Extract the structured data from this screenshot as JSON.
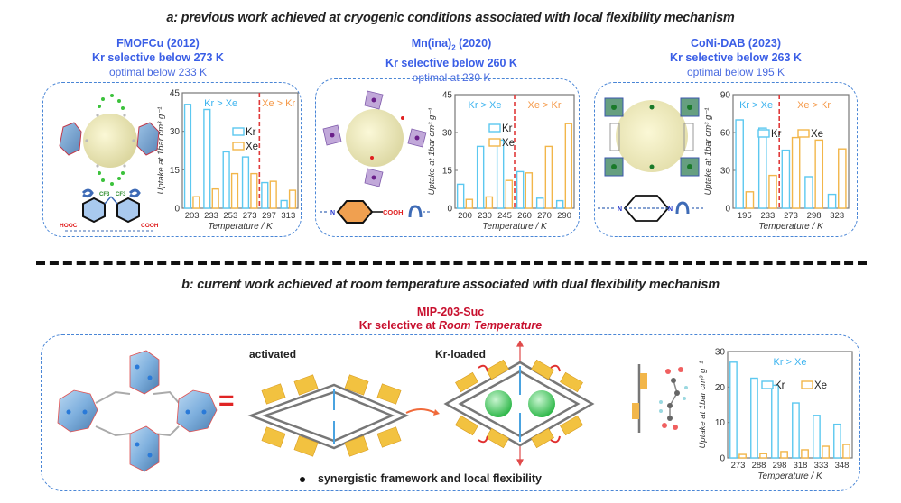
{
  "section_a": {
    "title": "a: previous work achieved at cryogenic conditions associated with local flexibility mechanism",
    "panels": [
      {
        "name": "FMOFCu (2012)",
        "selective": "Kr selective below 273 K",
        "optimal": "optimal below 233 K",
        "linker_labels": [
          "HOOC",
          "COOH",
          "CF3",
          "CF3"
        ]
      },
      {
        "name_main": "Mn(ina)",
        "name_sub": "2",
        "name_year": " (2020)",
        "selective": "Kr selective below 260 K",
        "optimal": "optimal at 230 K",
        "linker_labels": [
          "N",
          "COOH"
        ]
      },
      {
        "name": "CoNi-DAB (2023)",
        "selective": "Kr selective below 263 K",
        "optimal": "optimal below 195 K",
        "linker_labels": [
          "N",
          "N"
        ]
      }
    ]
  },
  "section_b": {
    "title": "b: current work achieved at room temperature associated with dual flexibility mechanism",
    "material": "MIP-203-Suc",
    "selective_prefix": "Kr selective at ",
    "selective_emph": "Room Temperature",
    "state_activated": "activated",
    "state_loaded": "Kr-loaded",
    "bullet": "synergistic framework and local flexibility",
    "equals_symbol": "="
  },
  "colors": {
    "kr": "#5cc8f0",
    "xe": "#f2b64a",
    "kr_label": "#3bb3ef",
    "xe_label": "#f59a4a",
    "divider": "#e03a3a",
    "heading_blue": "#3a5ee6",
    "heading_red": "#c8102e",
    "box_border": "#4a86d6"
  },
  "chart_data": [
    {
      "type": "bar",
      "title": "FMOFCu (2012)",
      "categories": [
        "203",
        "233",
        "253",
        "273",
        "297",
        "313"
      ],
      "series": [
        {
          "name": "Kr",
          "values": [
            40.5,
            38.5,
            22,
            20,
            10,
            3
          ]
        },
        {
          "name": "Xe",
          "values": [
            4.5,
            7.5,
            13.5,
            13.5,
            10.5,
            7
          ]
        }
      ],
      "xlabel": "Temperature / K",
      "ylabel": "Uptake at 1bar cm³ g⁻¹",
      "ylim": [
        0,
        45
      ],
      "yticks": [
        0,
        15,
        30,
        45
      ],
      "divider_after_index": 3,
      "region_left": "Kr > Xe",
      "region_right": "Xe > Kr",
      "legend": "right-middle"
    },
    {
      "type": "bar",
      "title": "Mn(ina)2 (2020)",
      "categories": [
        "200",
        "230",
        "245",
        "260",
        "270",
        "290"
      ],
      "series": [
        {
          "name": "Kr",
          "values": [
            9.5,
            24.5,
            27,
            14.5,
            4,
            3
          ]
        },
        {
          "name": "Xe",
          "values": [
            3.5,
            4.5,
            11,
            14,
            24.5,
            33.5
          ]
        }
      ],
      "xlabel": "Temperature / K",
      "ylabel": "Uptake at 1bar cm³ g⁻¹",
      "ylim": [
        0,
        45
      ],
      "yticks": [
        0,
        15,
        30,
        45
      ],
      "divider_after_index": 2,
      "region_left": "Kr > Xe",
      "region_right": "Xe > Kr",
      "legend": "center"
    },
    {
      "type": "bar",
      "title": "CoNi-DAB (2023)",
      "categories": [
        "195",
        "233",
        "273",
        "298",
        "323"
      ],
      "series": [
        {
          "name": "Kr",
          "values": [
            70,
            63.5,
            46,
            25,
            11
          ]
        },
        {
          "name": "Xe",
          "values": [
            13,
            26,
            56,
            54,
            47
          ]
        }
      ],
      "xlabel": "Temperature / K",
      "ylabel": "Uptake at 1bar cm³ g⁻¹",
      "ylim": [
        0,
        90
      ],
      "yticks": [
        0,
        30,
        60,
        90
      ],
      "divider_after_index": 1,
      "region_left": "Kr > Xe",
      "region_right": "Xe > Kr",
      "legend": "top-right"
    },
    {
      "type": "bar",
      "title": "MIP-203-Suc",
      "categories": [
        "273",
        "288",
        "298",
        "318",
        "333",
        "348"
      ],
      "series": [
        {
          "name": "Kr",
          "values": [
            27,
            22.5,
            20.5,
            15.5,
            12,
            9.5
          ]
        },
        {
          "name": "Xe",
          "values": [
            1,
            1.2,
            1.8,
            2.3,
            3.3,
            3.8
          ]
        }
      ],
      "xlabel": "Temperature / K",
      "ylabel": "Uptake at 1bar cm³ g⁻¹",
      "ylim": [
        0,
        30
      ],
      "yticks": [
        0,
        10,
        20,
        30
      ],
      "divider_after_index": null,
      "region_left": "Kr > Xe",
      "region_right": null,
      "legend": "top-right"
    }
  ]
}
